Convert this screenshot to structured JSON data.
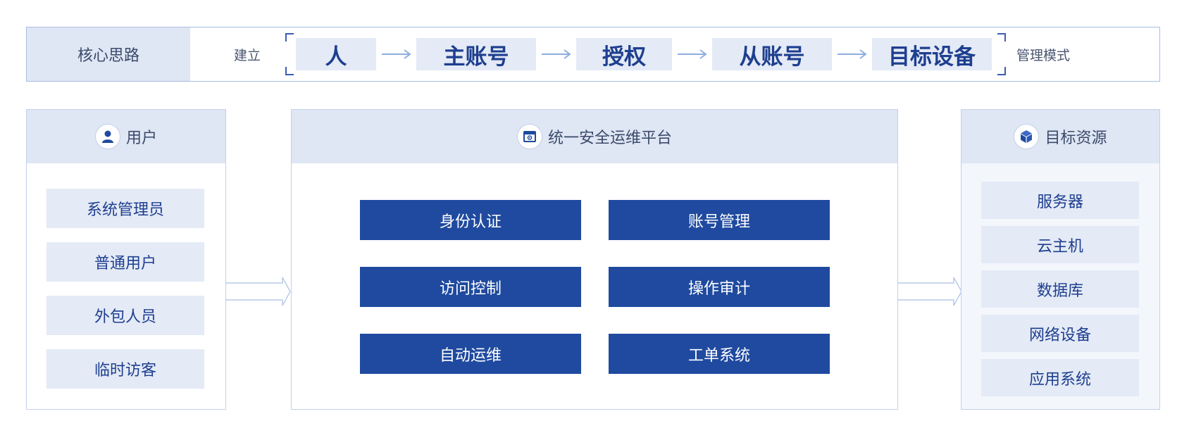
{
  "banner": {
    "label": "核心思路",
    "prefix": "建立",
    "suffix": "管理模式",
    "flow": [
      "人",
      "主账号",
      "授权",
      "从账号",
      "目标设备"
    ]
  },
  "users": {
    "title": "用户",
    "items": [
      "系统管理员",
      "普通用户",
      "外包人员",
      "临时访客"
    ]
  },
  "platform": {
    "title": "统一安全运维平台",
    "functions": [
      "身份认证",
      "账号管理",
      "访问控制",
      "操作审计",
      "自动运维",
      "工单系统"
    ]
  },
  "resources": {
    "title": "目标资源",
    "items": [
      "服务器",
      "云主机",
      "数据库",
      "网络设备",
      "应用系统"
    ]
  },
  "icons": {
    "users": "user-icon",
    "platform": "platform-window-icon",
    "resources": "cube-icon",
    "flow_arrow": "arrow-right-icon",
    "connector": "hollow-arrow-right-icon"
  },
  "colors": {
    "primary": "#1f4a9f",
    "light_fill": "#e4eaf6",
    "header_fill": "#dfe6f4",
    "border": "#c3d1ea",
    "arrow": "#8eaee0"
  }
}
